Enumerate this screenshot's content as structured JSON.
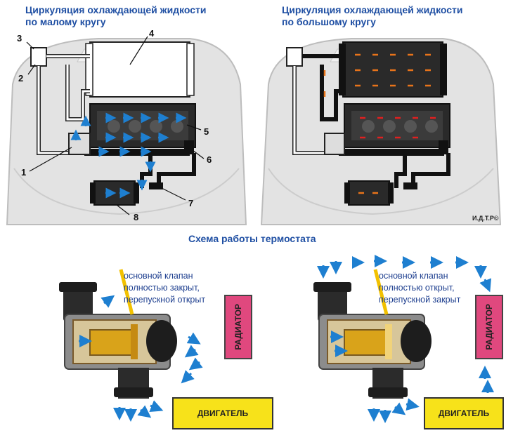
{
  "titles": {
    "small_circle": "Циркуляция охлаждающей жидкости\nпо малому кругу",
    "large_circle": "Циркуляция охлаждающей жидкости\nпо большому кругу",
    "thermostat_scheme": "Схема работы термостата"
  },
  "callouts": {
    "closed": "основной клапан\nполностью закрыт,\nперепускной открыт",
    "open": "основной клапан\nполностью открыт,\nперепускной закрыт"
  },
  "labels": {
    "radiator": "РАДИАТОР",
    "engine": "ДВИГАТЕЛЬ"
  },
  "part_numbers": [
    "1",
    "2",
    "3",
    "4",
    "5",
    "6",
    "7",
    "8"
  ],
  "watermark": "И.Д.Т.Р©",
  "colors": {
    "title_blue": "#1f4fa3",
    "coolant_cold": "#1e7fd0",
    "coolant_hot": "#e8741a",
    "coolant_hottest": "#e02020",
    "radiator": "#e0487e",
    "engine": "#f7e21a",
    "valve_brass": "#d9a31a"
  }
}
